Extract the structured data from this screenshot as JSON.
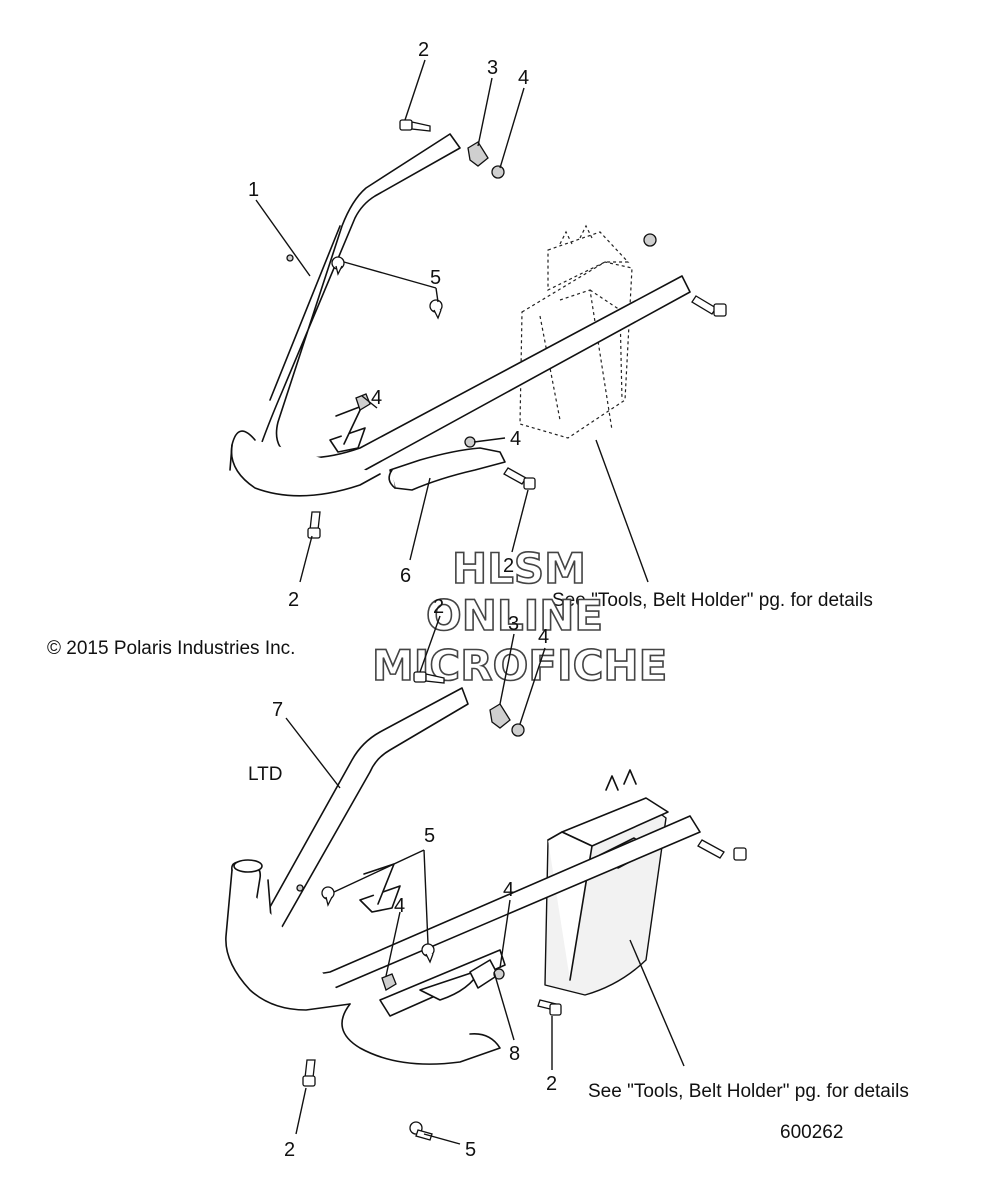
{
  "copyright": "© 2015 Polaris Industries Inc.",
  "watermark": [
    "HLSM",
    "ONLINE",
    "MICROFICHE"
  ],
  "figure_number": "600262",
  "variant_label": "LTD",
  "notes": {
    "belt_holder_top": "See \"Tools, Belt Holder\" pg. for details",
    "belt_holder_bottom": "See \"Tools, Belt Holder\" pg. for details"
  },
  "callouts": {
    "top": [
      "2",
      "3",
      "4",
      "1",
      "5",
      "4",
      "4",
      "2",
      "6",
      "2"
    ],
    "bottom": [
      "2",
      "3",
      "4",
      "7",
      "5",
      "4",
      "4",
      "8",
      "2",
      "2",
      "5"
    ]
  }
}
